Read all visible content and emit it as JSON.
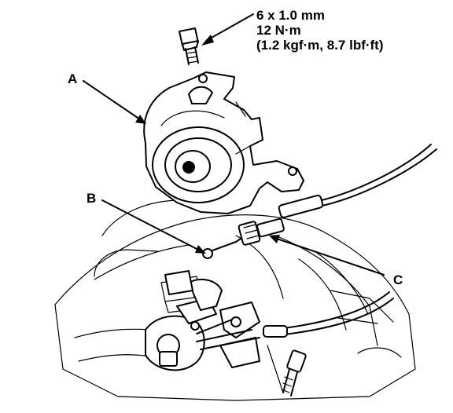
{
  "spec": {
    "size": "6 x 1.0 mm",
    "torque_nm": "12 N·m",
    "torque_alt": "(1.2 kgf·m, 8.7 lbf·ft)"
  },
  "labels": {
    "a": "A",
    "b": "B",
    "c": "C"
  }
}
